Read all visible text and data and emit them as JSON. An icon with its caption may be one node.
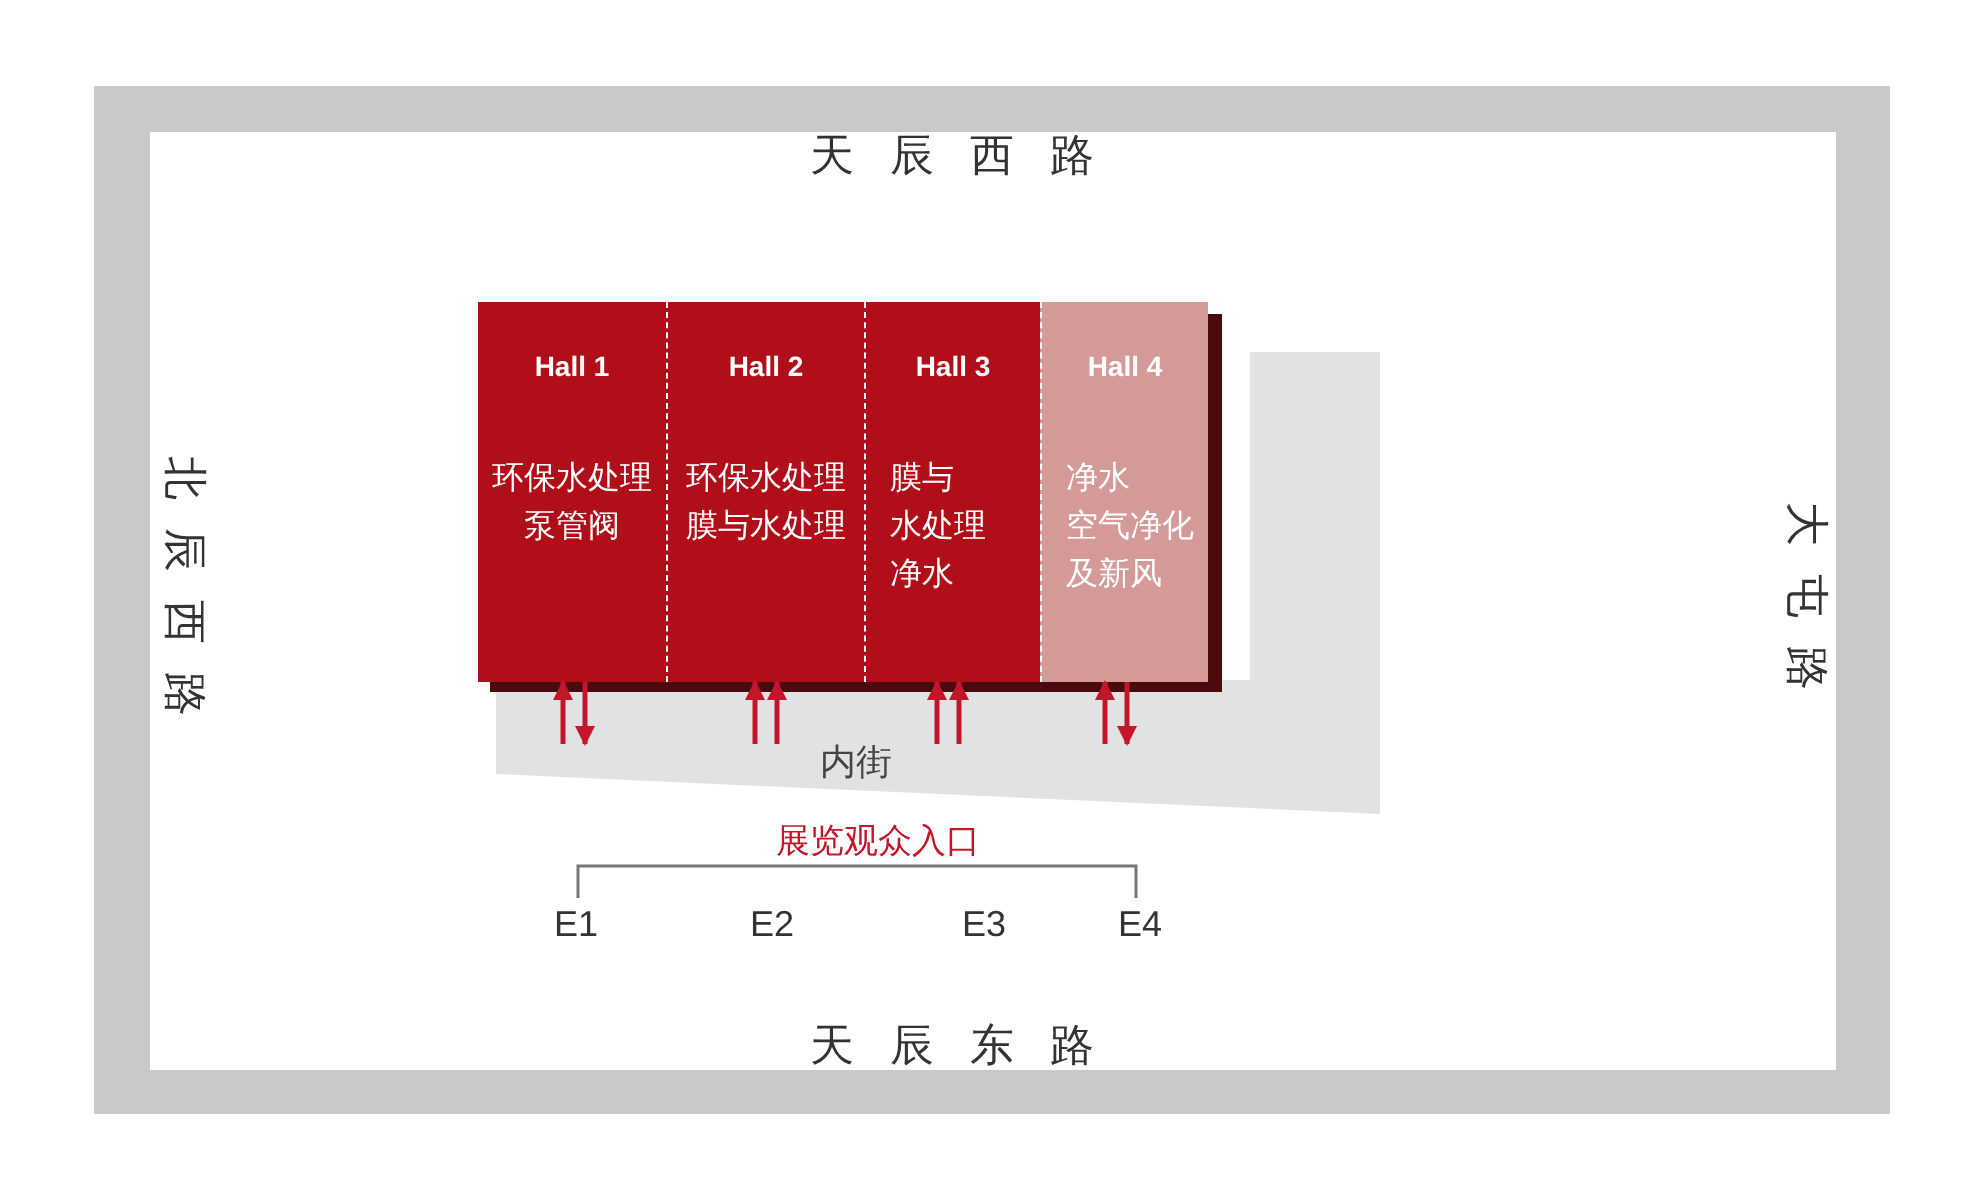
{
  "diagram": {
    "nodes": [
      {
        "text": [
          "Hall 1",
          "环保水处理泵管阀"
        ]
      },
      {
        "text": [
          "Hall 2",
          "环保水处理膜与水处理"
        ]
      },
      {
        "text": [
          "Hall 3",
          "膜与水处理净水"
        ]
      },
      {
        "text": [
          "Hall 4",
          "净水空气净化及新风"
        ]
      },
      {
        "text": [
          "内街"
        ]
      }
    ],
    "edges": [
      {
        "from": 4,
        "to": 0,
        "arrow": "to"
      },
      {
        "from": 0,
        "to": 4,
        "arrow": "to"
      },
      {
        "from": 4,
        "to": 1,
        "arrow": "to"
      },
      {
        "from": 4,
        "to": 1,
        "arrow": "to"
      },
      {
        "from": 4,
        "to": 2,
        "arrow": "to"
      },
      {
        "from": 4,
        "to": 2,
        "arrow": "to"
      },
      {
        "from": 4,
        "to": 3,
        "arrow": "to"
      },
      {
        "from": 3,
        "to": 4,
        "arrow": "to"
      }
    ],
    "labels": [
      "天辰西路",
      "北辰西路",
      "大屯路",
      "展览观众入口",
      "E1",
      "E2",
      "E3",
      "E4",
      "天辰东路"
    ]
  }
}
